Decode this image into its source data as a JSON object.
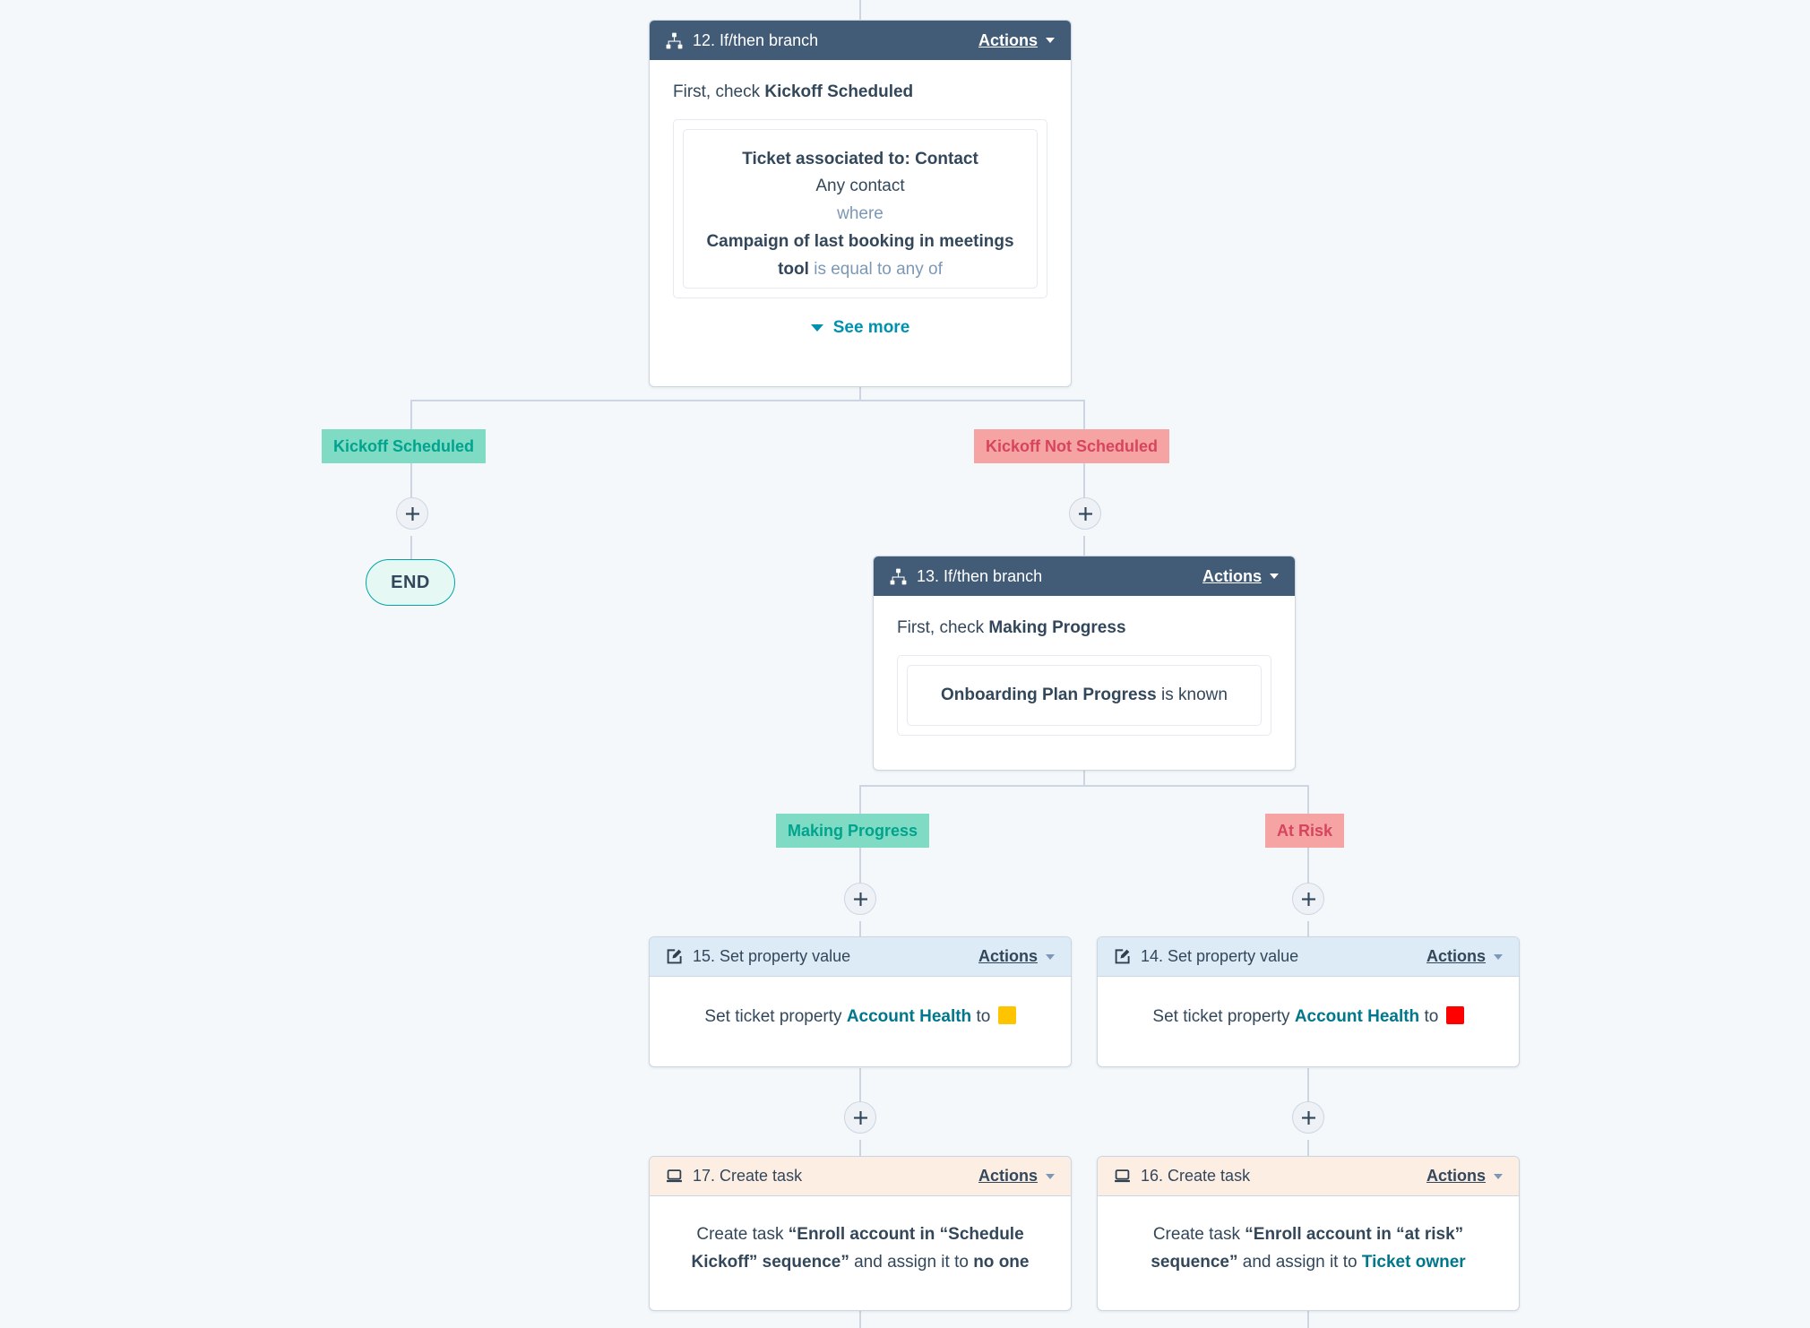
{
  "colors": {
    "canvas_bg": "#f5f8fa",
    "connector": "#cbd6e2",
    "branch_header": "#425b76",
    "setprop_header": "#dcebf5",
    "task_header": "#fdeee4",
    "positive_label_bg": "#7fdbc4",
    "positive_label_text": "#00a38d",
    "negative_label_bg": "#f5a3a3",
    "negative_label_text": "#d6455d",
    "link": "#00778b",
    "see_more": "#0091ae",
    "end_border": "#00a4a4",
    "end_bg": "#e5f8f4",
    "swatch_yellow": "#ffc400",
    "swatch_red": "#ff0000"
  },
  "actions_menu": {
    "label": "Actions",
    "icon": "chevron-down-icon"
  },
  "cards": {
    "step12": {
      "icon": "sitemap-icon",
      "title": "12. If/then branch",
      "actions_label": "Actions",
      "first_check_prefix": "First, check ",
      "first_check_name": "Kickoff Scheduled",
      "filter": {
        "line1": "Ticket associated to: Contact",
        "line2": "Any contact",
        "line3": "where",
        "line4_strong": "Campaign of last booking in meetings tool",
        "line4_rest": " is equal to any of"
      },
      "see_more_label": "See more"
    },
    "step13": {
      "icon": "sitemap-icon",
      "title": "13. If/then branch",
      "actions_label": "Actions",
      "first_check_prefix": "First, check ",
      "first_check_name": "Making Progress",
      "filter": {
        "strong": "Onboarding Plan Progress",
        "rest": " is known"
      }
    },
    "step15": {
      "icon": "edit-square-icon",
      "title": "15. Set property value",
      "actions_label": "Actions",
      "stmt_prefix": "Set ticket property ",
      "stmt_property": "Account Health",
      "stmt_mid": " to ",
      "stmt_value_color": "#ffc400",
      "stmt_value_name": "yellow-square-swatch"
    },
    "step14": {
      "icon": "edit-square-icon",
      "title": "14. Set property value",
      "actions_label": "Actions",
      "stmt_prefix": "Set ticket property ",
      "stmt_property": "Account Health",
      "stmt_mid": " to ",
      "stmt_value_color": "#ff0000",
      "stmt_value_name": "red-square-swatch"
    },
    "step17": {
      "icon": "task-icon",
      "title": "17. Create task",
      "actions_label": "Actions",
      "stmt_prefix": "Create task ",
      "stmt_taskname": "“Enroll account in “Schedule Kickoff” sequence”",
      "stmt_mid": " and assign it to ",
      "stmt_assignee": "no one"
    },
    "step16": {
      "icon": "task-icon",
      "title": "16. Create task",
      "actions_label": "Actions",
      "stmt_prefix": "Create task ",
      "stmt_taskname": "“Enroll account in “at risk” sequence”",
      "stmt_mid": " and assign it to ",
      "stmt_assignee": "Ticket owner"
    }
  },
  "branch_labels": {
    "kickoff_scheduled": "Kickoff Scheduled",
    "kickoff_not_scheduled": "Kickoff Not Scheduled",
    "making_progress": "Making Progress",
    "at_risk": "At Risk"
  },
  "end_node": {
    "label": "END"
  },
  "add_buttons": {
    "tooltip": "Add action",
    "icon": "plus-icon"
  }
}
